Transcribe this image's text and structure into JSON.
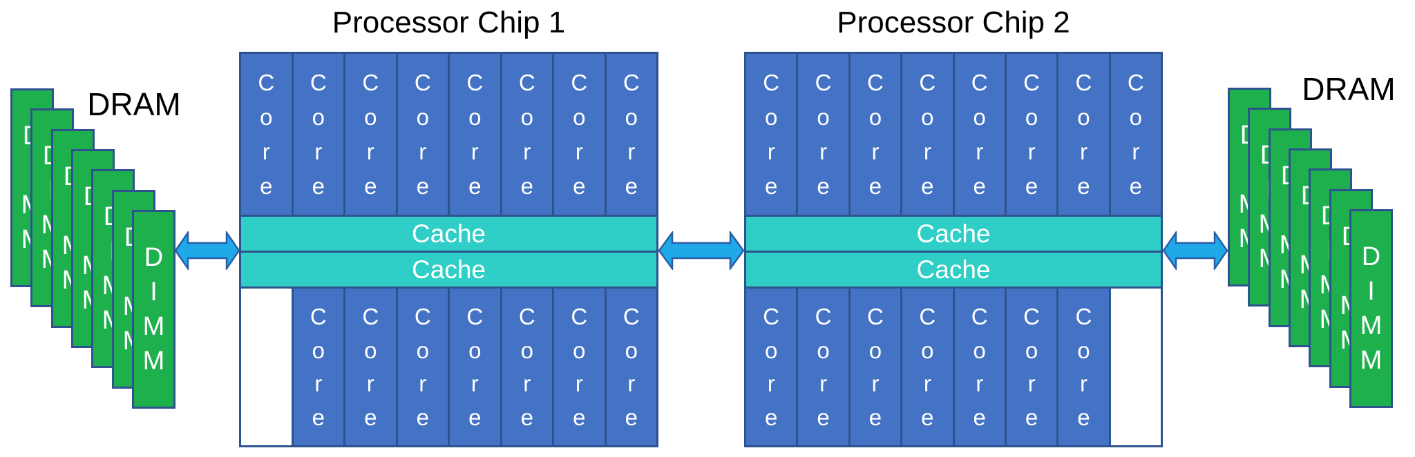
{
  "colors": {
    "core_fill": "#4472C4",
    "border": "#2E528F",
    "cache_fill": "#2FCEC6",
    "dimm_fill": "#1EB04C",
    "arrow_fill": "#1FA9E9",
    "arrow_border": "#2B5DA6",
    "title_color": "#000000",
    "text_on_fill": "#FFFFFF"
  },
  "left_dram": {
    "label": "DRAM",
    "dimm_label": "DIMM",
    "dimm_count": 7
  },
  "right_dram": {
    "label": "DRAM",
    "dimm_label": "DIMM",
    "dimm_count": 7
  },
  "chips": [
    {
      "title": "Processor Chip 1",
      "core_label": "Core",
      "top_core_count": 8,
      "bottom_core_count": 7,
      "bottom_gap_side": "left",
      "cache_labels": [
        "Cache",
        "Cache"
      ]
    },
    {
      "title": "Processor Chip 2",
      "core_label": "Core",
      "top_core_count": 8,
      "bottom_core_count": 7,
      "bottom_gap_side": "right",
      "cache_labels": [
        "Cache",
        "Cache"
      ]
    }
  ],
  "arrows": [
    {
      "icon": "double-arrow-icon",
      "connects": "left DRAM to Processor Chip 1"
    },
    {
      "icon": "double-arrow-icon",
      "connects": "Processor Chip 1 to Processor Chip 2"
    },
    {
      "icon": "double-arrow-icon",
      "connects": "Processor Chip 2 to right DRAM"
    }
  ]
}
